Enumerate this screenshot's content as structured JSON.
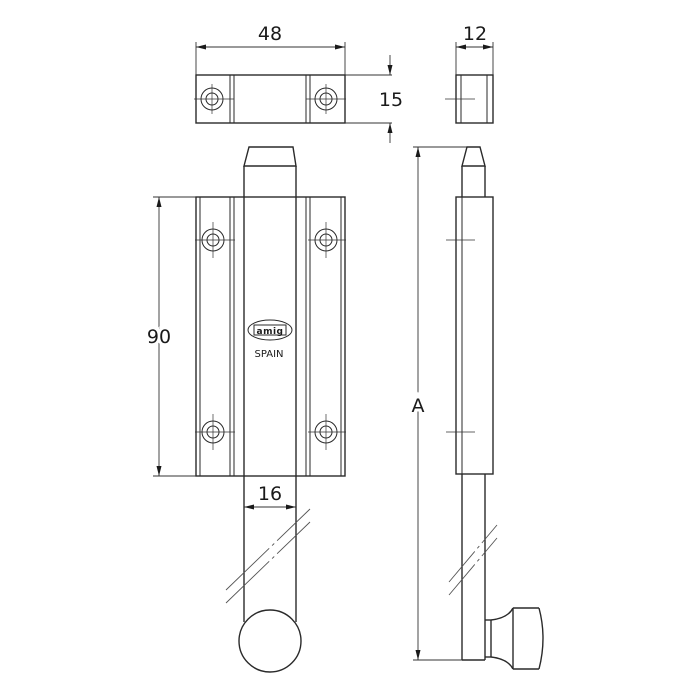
{
  "drawing": {
    "subject": "barrel bolt technical drawing",
    "colors": {
      "line": "#2a2a2a",
      "background": "#ffffff",
      "text": "#1a1a1a"
    },
    "dimensions": {
      "keeper_width": "48",
      "keeper_height": "15",
      "keeper_depth": "12",
      "plate_height": "90",
      "bolt_width": "16",
      "overall_length": "A"
    },
    "marking": {
      "logo": "amig",
      "origin": "SPAIN"
    },
    "views": [
      {
        "name": "keeper-front-view"
      },
      {
        "name": "keeper-side-view"
      },
      {
        "name": "bolt-front-view"
      },
      {
        "name": "bolt-side-view"
      }
    ]
  }
}
